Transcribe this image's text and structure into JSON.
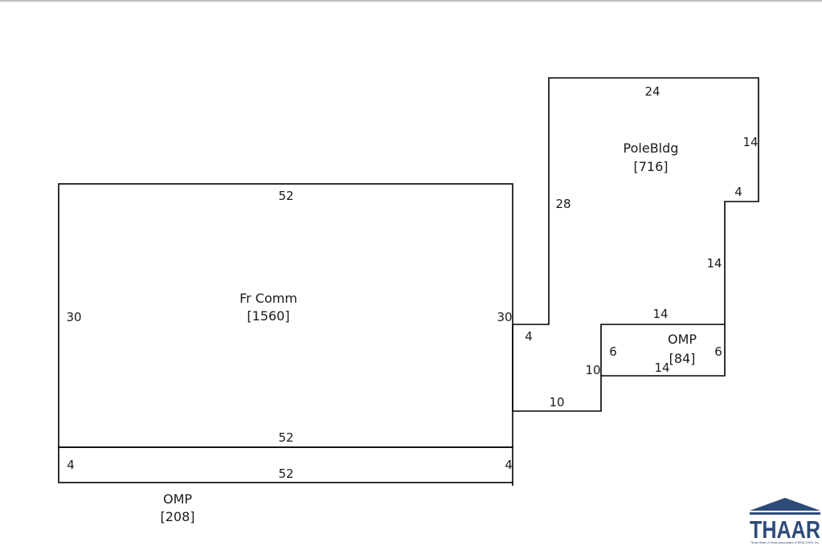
{
  "areas": {
    "fr_comm": {
      "name": "Fr Comm",
      "area": "[1560]"
    },
    "omp_front": {
      "name": "OMP",
      "area": "[208]"
    },
    "pole_bldg": {
      "name": "PoleBldg",
      "area": "[716]"
    },
    "omp_side": {
      "name": "OMP",
      "area": "[84]"
    }
  },
  "dimensions": {
    "fr_comm_top": "52",
    "fr_comm_left": "30",
    "fr_comm_right": "30",
    "fr_comm_bottom": "52",
    "omp_front_left": "4",
    "omp_front_right": "4",
    "omp_front_bottom": "52",
    "pole_top": "24",
    "pole_right_upper": "14",
    "pole_notch": "4",
    "pole_right_lower": "14",
    "pole_left": "28",
    "pole_step_small": "4",
    "pole_bottom": "10",
    "pole_step_vertical": "10",
    "omp_side_top": "14",
    "omp_side_left": "6",
    "omp_side_right": "6",
    "omp_side_bottom": "14"
  },
  "logo": {
    "text": "THAAR",
    "subtext": "Texas Heart of Texas Association of REALTORS, Inc."
  }
}
